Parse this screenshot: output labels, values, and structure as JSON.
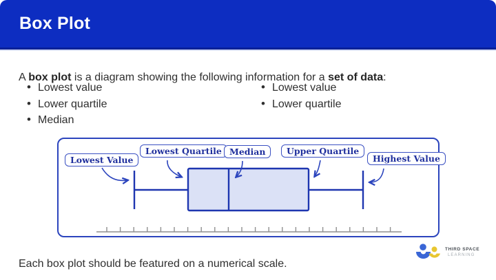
{
  "header": {
    "title": "Box Plot"
  },
  "intro": {
    "part1": "A ",
    "bold1": "box plot",
    "part2": " is a diagram showing the following information for a ",
    "bold2": "set of data",
    "part3": ":"
  },
  "bullets": {
    "left": [
      "Lowest value",
      "Lower quartile",
      "Median"
    ],
    "right": [
      "Lowest value",
      "Lower quartile"
    ]
  },
  "diagram": {
    "labels": {
      "lowest_value": "Lowest Value",
      "lowest_quartile": "Lowest Quartile",
      "median": "Median",
      "upper_quartile": "Upper Quartile",
      "highest_value": "Highest Value"
    },
    "scale": {
      "tick_count": 22
    }
  },
  "footer": {
    "note": "Each box plot should be featured on a numerical scale."
  },
  "logo": {
    "line1": "THIRD SPACE",
    "line2": "LEARNING"
  },
  "colors": {
    "header_bg": "#0d2dc1",
    "header_border": "#0a2199",
    "diagram_border_blue": "#2b44bd",
    "plot_line_blue": "#1e36b0",
    "box_fill": "#dbe1f6",
    "label_text_blue": "#20309d",
    "scale_gray": "#8f8f8f",
    "body_text": "#2f2f2f",
    "logo_blue": "#3a66d6",
    "logo_yellow": "#e8c62f"
  }
}
